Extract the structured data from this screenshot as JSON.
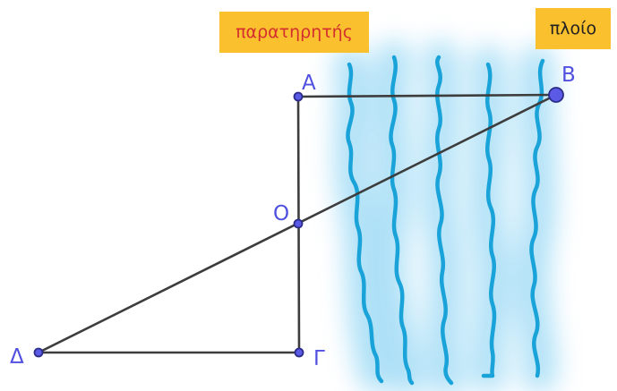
{
  "labels": {
    "observer": "παρατηρητής",
    "ship": "πλοίο"
  },
  "points": {
    "A": "A",
    "B": "B",
    "O": "O",
    "G": "Γ",
    "D": "Δ"
  },
  "colors": {
    "label_bg": "#fbc02d",
    "observer_text": "#d32f2f",
    "ship_text": "#222222",
    "point_label": "#5050e0",
    "point_fill": "#5a5ae6",
    "point_stroke": "#2c2c8a",
    "segment": "#3d3d3d",
    "river_line": "#1aa3d9",
    "river_glow": "#6cc7f0"
  }
}
